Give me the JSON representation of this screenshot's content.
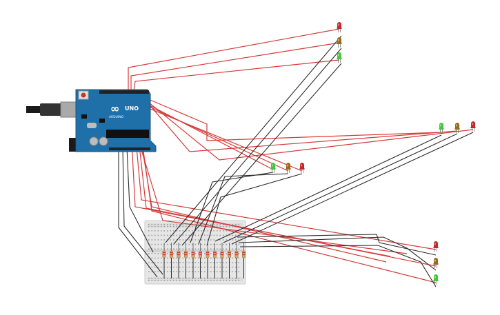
{
  "arduino": {
    "brand_logo": "∞",
    "model_label": "UNO",
    "brand_text": "ARDUINO",
    "board_color": "#1f6fa8"
  },
  "colors": {
    "wire_red": "#d63a3a",
    "wire_black": "#2b2b2b",
    "led_red": "#c62828",
    "led_amber": "#9a6a1c",
    "led_green": "#43c63a",
    "breadboard": "#e6e6e6"
  },
  "traffic_lights": [
    {
      "name": "top-right",
      "order": [
        "red",
        "amber",
        "green"
      ],
      "orientation": "vertical"
    },
    {
      "name": "middle-right",
      "order": [
        "green",
        "amber",
        "red"
      ],
      "orientation": "horizontal"
    },
    {
      "name": "center",
      "order": [
        "green",
        "amber",
        "red"
      ],
      "orientation": "horizontal"
    },
    {
      "name": "bottom-right",
      "order": [
        "red",
        "amber",
        "green"
      ],
      "orientation": "vertical"
    }
  ],
  "resistor_count": 12
}
